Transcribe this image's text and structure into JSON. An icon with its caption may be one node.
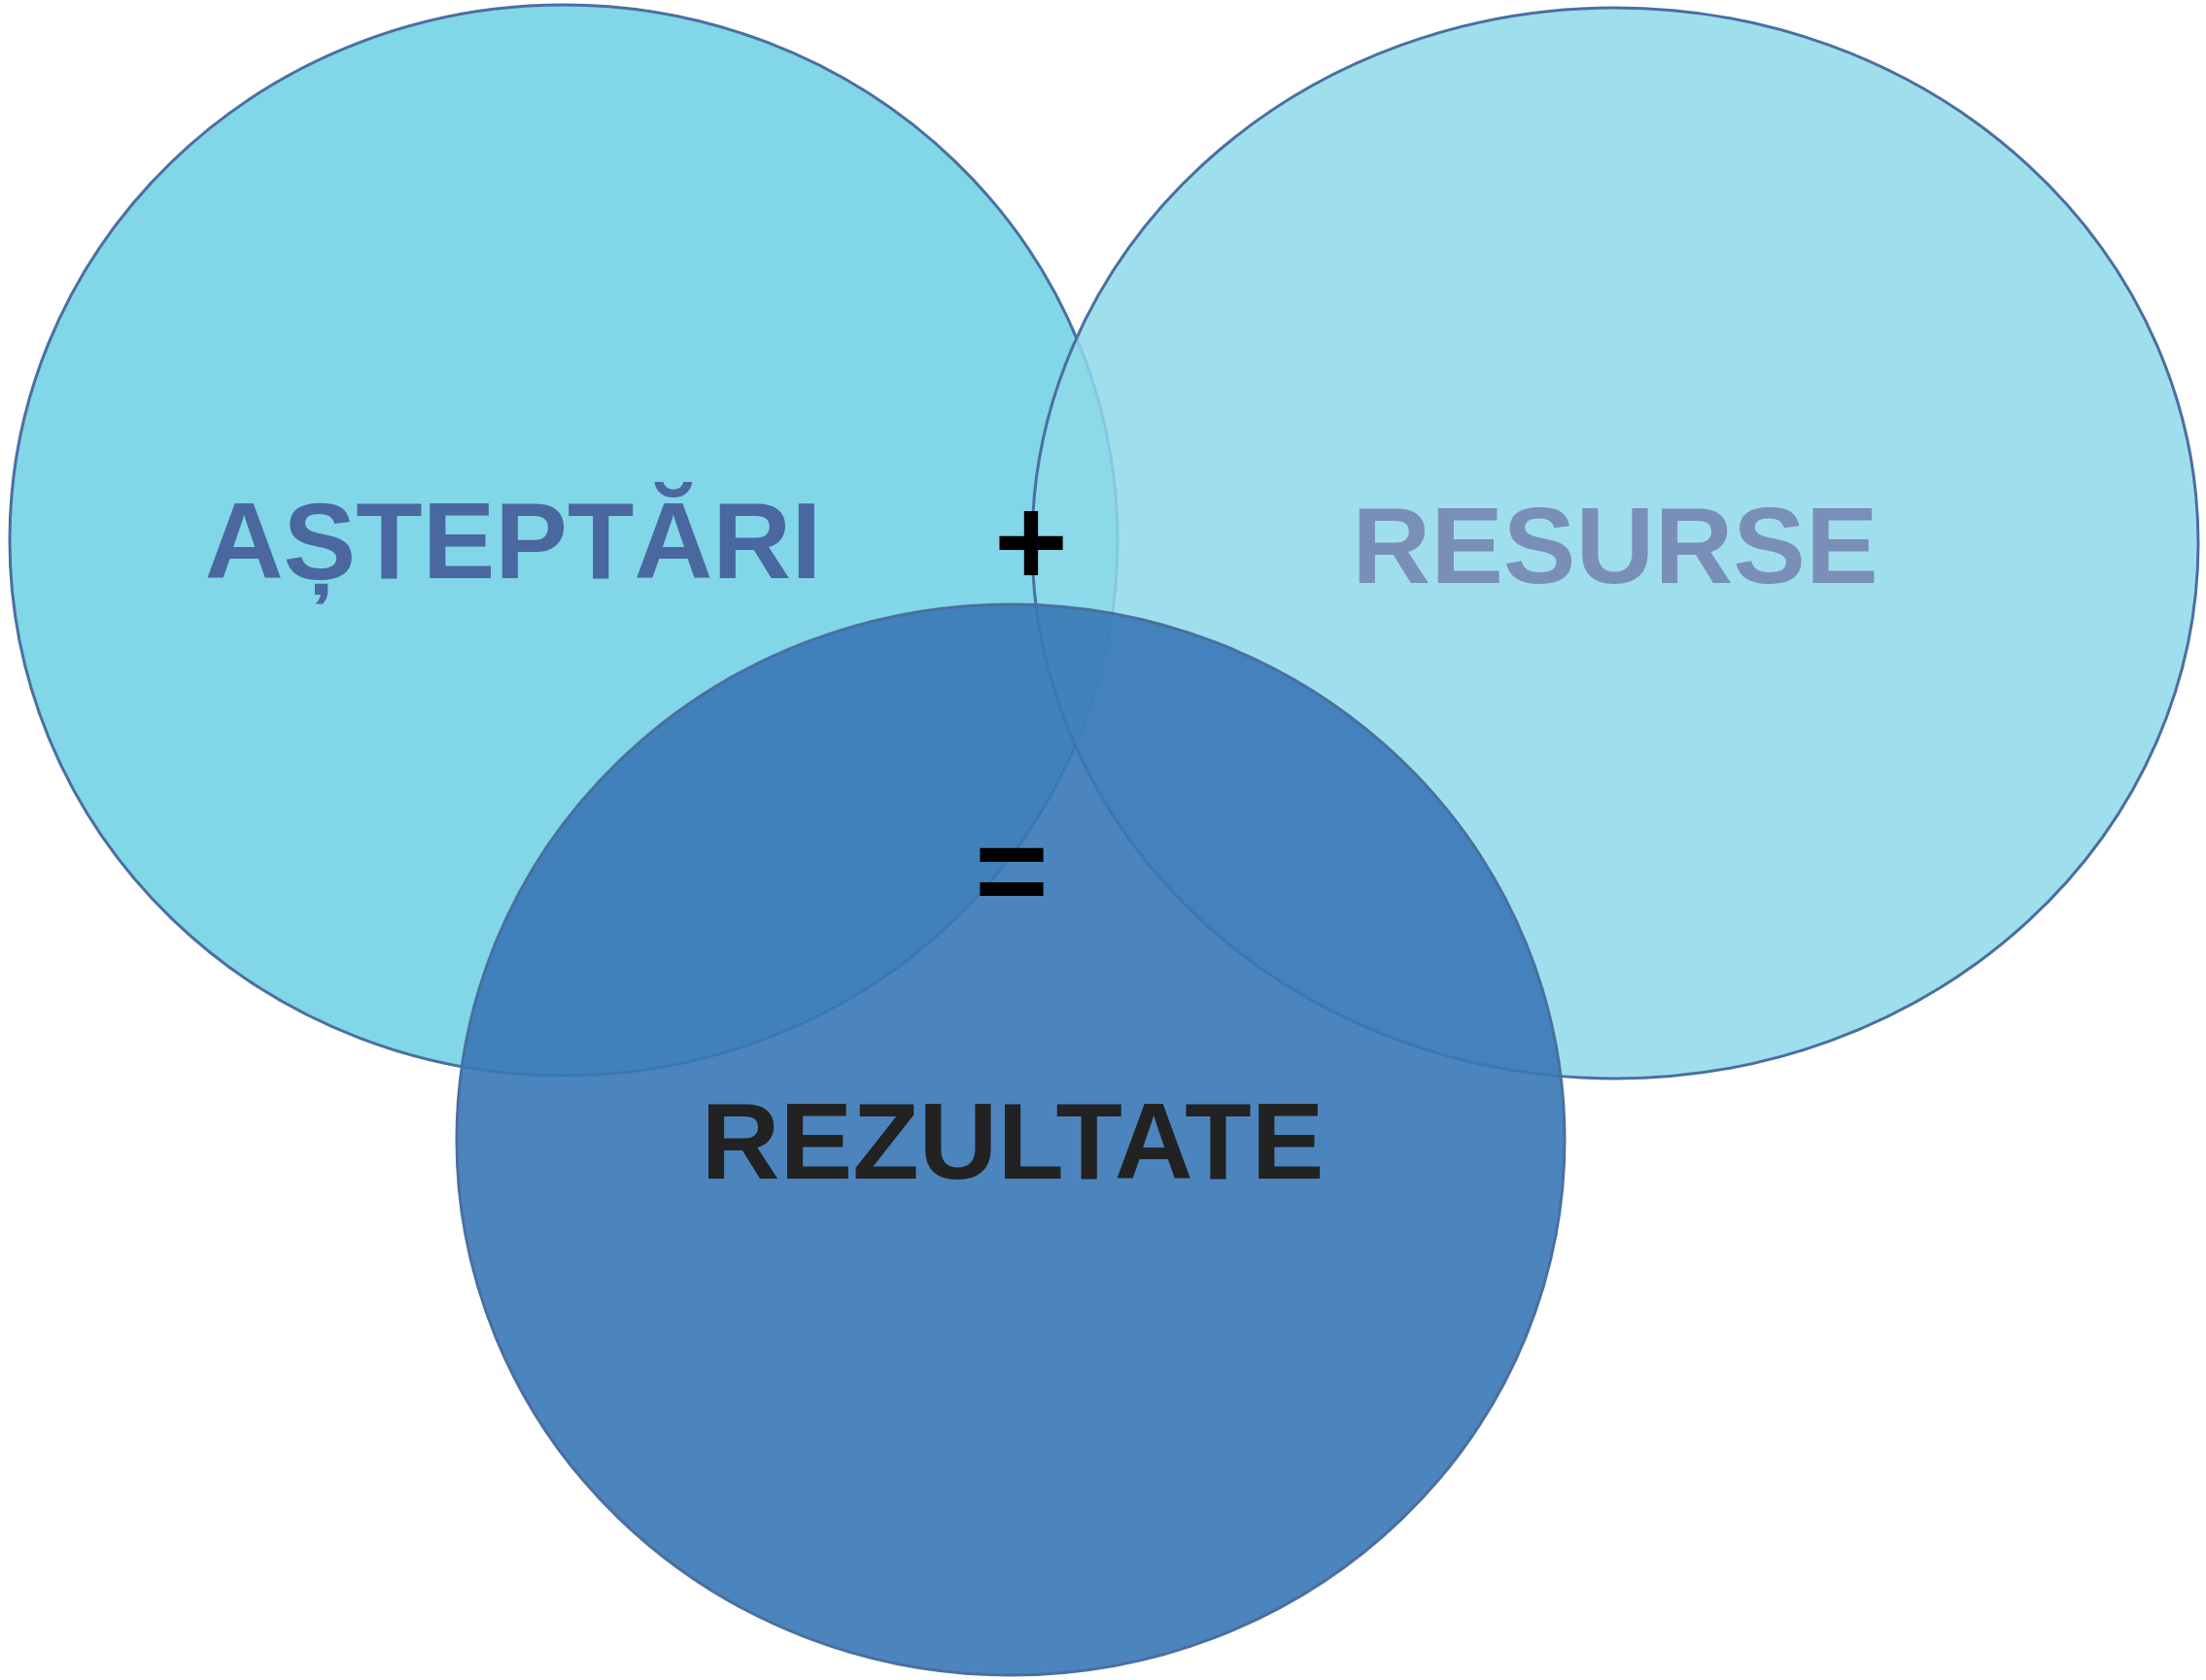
{
  "diagram": {
    "nodes": [
      {
        "text": [
          "AȘTEPTĂRI"
        ]
      },
      {
        "text": [
          "RESURSE"
        ]
      },
      {
        "text": [
          "REZULTATE"
        ]
      }
    ],
    "labels": [
      "+",
      "="
    ]
  }
}
